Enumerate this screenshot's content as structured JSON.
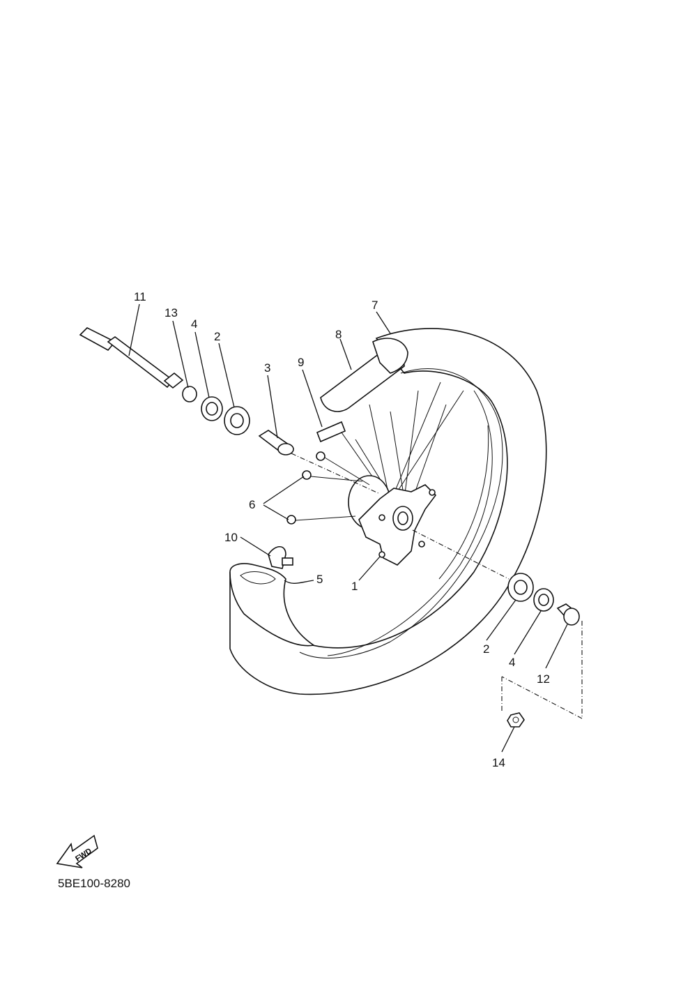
{
  "callouts": {
    "c1": "1",
    "c2a": "2",
    "c2b": "2",
    "c3": "3",
    "c4a": "4",
    "c4b": "4",
    "c5": "5",
    "c6": "6",
    "c7": "7",
    "c8": "8",
    "c9": "9",
    "c10": "10",
    "c11": "11",
    "c12": "12",
    "c13": "13",
    "c14": "14"
  },
  "fwd_label": "FWD",
  "doc_code": "5BE100-8280"
}
